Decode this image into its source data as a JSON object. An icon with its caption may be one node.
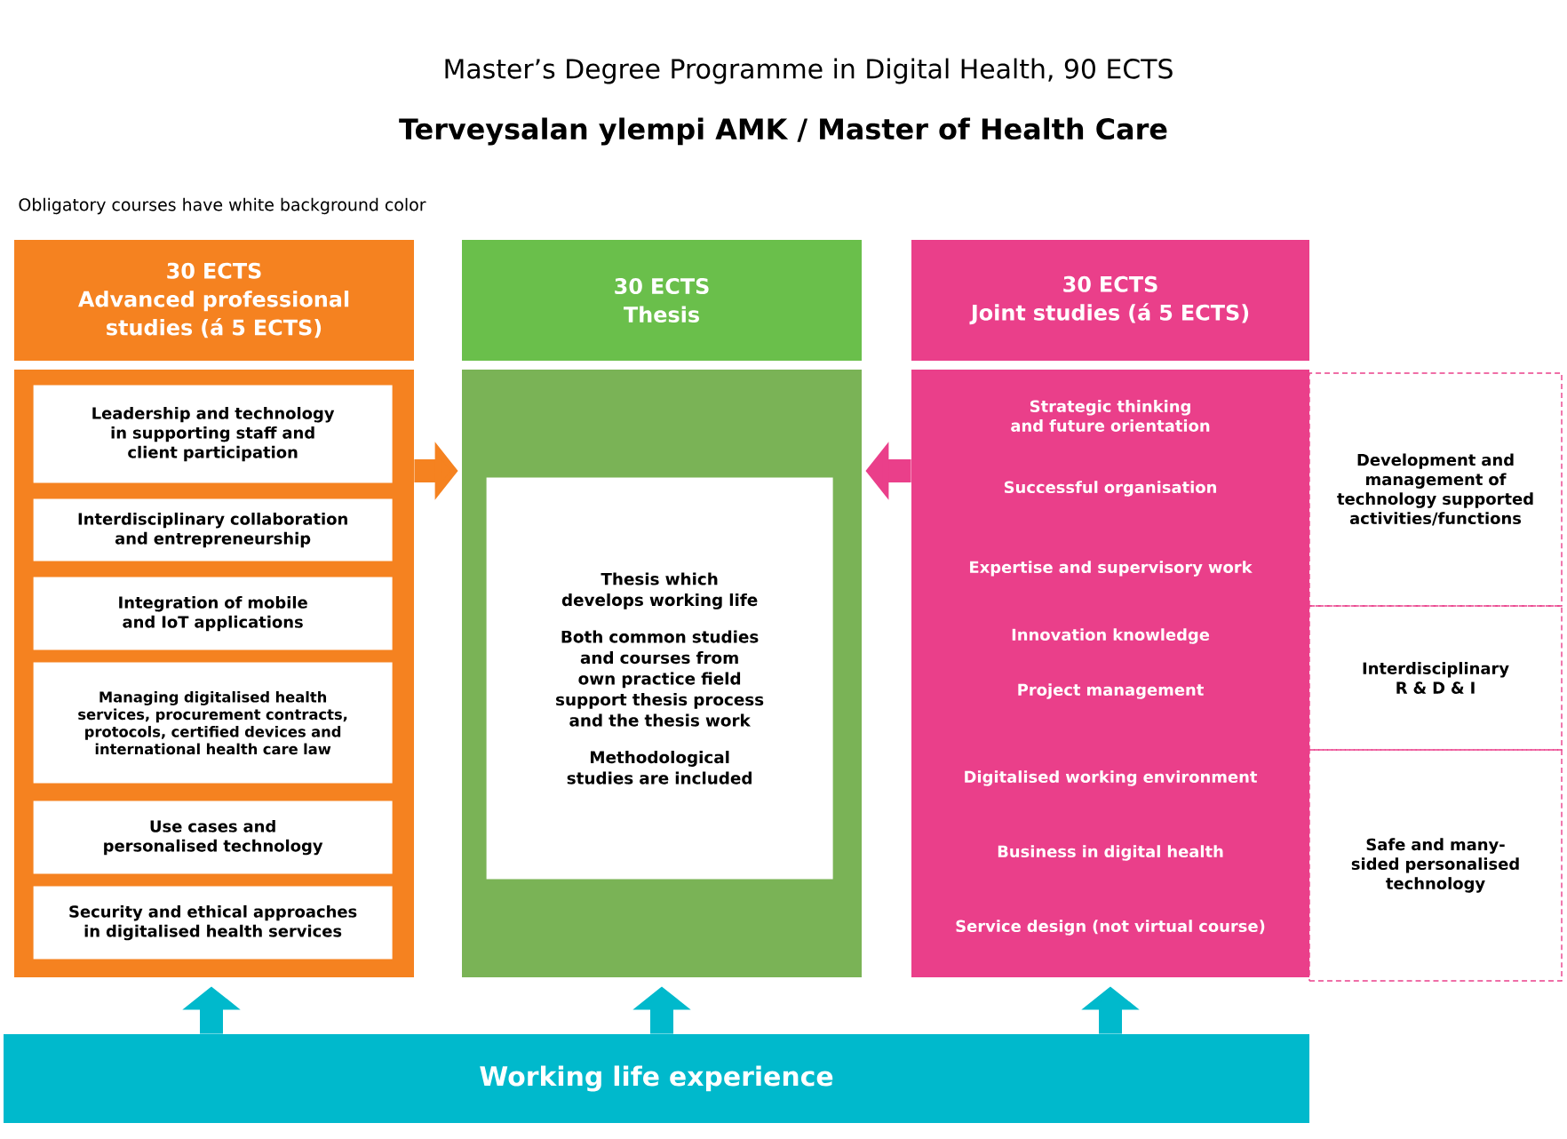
{
  "diagram": {
    "title": "Master’s Degree Programme in Digital Health, 90 ECTS",
    "nodes": [
      {
        "text": [
          "30 ECTS",
          "Advanced professional studies (á 5 ECTS)"
        ]
      },
      {
        "text": [],
        "shape": "box"
      },
      {
        "text": [
          "Leadership and technology in supporting staff and client participation"
        ],
        "in": 1
      },
      {
        "text": [
          "Interdisciplinary collaboration and entrepreneurship"
        ],
        "in": 1
      },
      {
        "text": [
          "Integration of mobile and IoT applications"
        ],
        "in": 1
      },
      {
        "text": [
          "Managing digitalised health services, procurement contracts, protocols, certified devices and international health care law"
        ],
        "in": 1
      },
      {
        "text": [
          "Use cases and personalised technology"
        ],
        "in": 1
      },
      {
        "text": [
          "Security and ethical approaches in digitalised health services"
        ],
        "in": 1
      },
      {
        "text": [
          "30 ECTS",
          "Thesis"
        ]
      },
      {
        "text": [],
        "shape": "box"
      },
      {
        "text": [
          "Thesis which develops working life",
          "Both common studies and courses from own practice field support thesis process and the thesis work",
          "Methodological studies are included"
        ],
        "in": 9
      },
      {
        "text": [
          "30 ECTS",
          "Joint studies (á 5 ECTS)"
        ]
      },
      {
        "text": [
          "Strategic thinking and future orientation",
          "Successful organisation",
          "Expertise and supervisory work",
          "Innovation knowledge",
          "Project management",
          "Digitalised working environment",
          "Business in digital health",
          "Service design (not virtual course)"
        ]
      },
      {
        "text": [
          "Development and management of technology supported activities/functions"
        ]
      },
      {
        "text": [
          "Interdisciplinary R & D & I"
        ]
      },
      {
        "text": [
          "Safe and many-sided personalised technology"
        ]
      },
      {
        "text": [
          "Working life experience"
        ]
      }
    ],
    "edges": [
      {
        "from": 1,
        "to": 9,
        "arrow": "to",
        "color": "#f58220"
      },
      {
        "from": 12,
        "to": 9,
        "arrow": "to",
        "color": "#ea3f8a"
      },
      {
        "from": 16,
        "to": 1,
        "arrow": "to"
      },
      {
        "from": 16,
        "to": 9,
        "arrow": "to"
      },
      {
        "from": 16,
        "to": 12,
        "arrow": "to"
      }
    ],
    "labels": [
      "Terveysalan ylempi AMK / Master of Health Care",
      "Obligatory courses have white background color"
    ]
  }
}
